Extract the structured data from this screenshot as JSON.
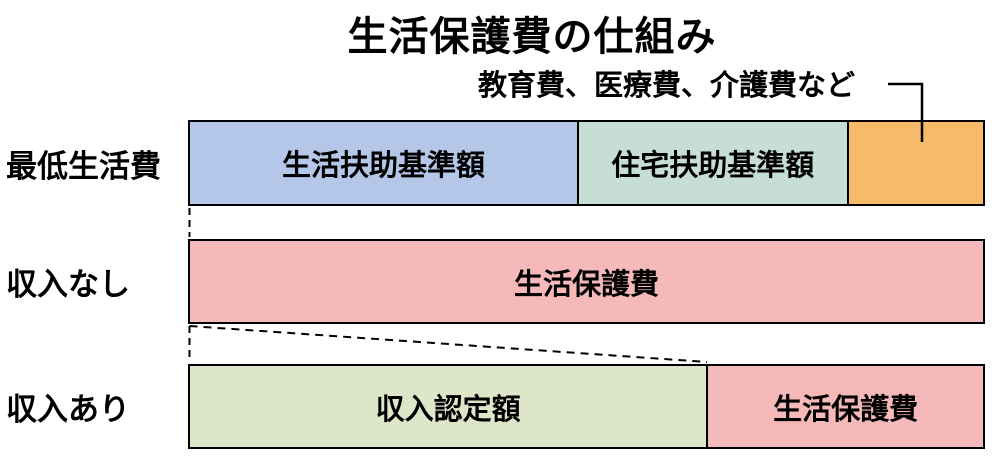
{
  "title": "生活保護費の仕組み",
  "annotation": {
    "label": "教育費、医療費、介護費など"
  },
  "rows": [
    {
      "label": "最低生活費",
      "segments": [
        {
          "label": "生活扶助基準額",
          "color": "#b5c7e8"
        },
        {
          "label": "住宅扶助基準額",
          "color": "#c6ded5"
        },
        {
          "label": "",
          "color": "#f7ba68"
        }
      ]
    },
    {
      "label": "収入なし",
      "segments": [
        {
          "label": "生活保護費",
          "color": "#f4b9b8"
        }
      ]
    },
    {
      "label": "収入あり",
      "segments": [
        {
          "label": "収入認定額",
          "color": "#dde6c9"
        },
        {
          "label": "生活保護費",
          "color": "#f4b9b8"
        }
      ]
    }
  ],
  "colors": {
    "border": "#000000",
    "background": "#ffffff"
  }
}
